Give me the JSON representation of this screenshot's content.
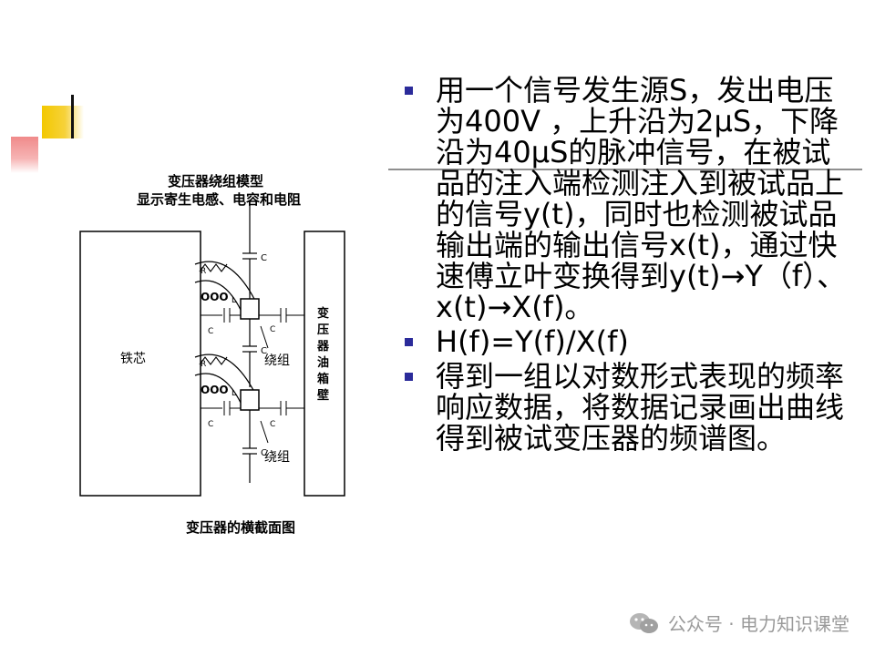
{
  "diagram": {
    "title_line1": "变压器绕组模型",
    "title_line2": "显示寄生电感、电容和电阻",
    "core_label": "铁芯",
    "tank_label": "变压器油箱壁",
    "winding_label_1": "绕组",
    "winding_label_2": "绕组",
    "cap_symbol": "C",
    "res_symbol": "R",
    "ind_symbol": "L",
    "caption": "变压器的横截面图"
  },
  "bullets": [
    {
      "text": "用一个信号发生源S，发出电压为400V ，上升沿为2μS，下降沿为40μS的脉冲信号，在被试品的注入端检测注入到被试品上的信号y(t)，同时也检测被试品输出端的输出信号x(t)，通过快速傅立叶变换得到y(t)→Y（f）、x(t)→X(f)。"
    },
    {
      "text": "H(f)=Y(f)/X(f)"
    },
    {
      "text": "得到一组以对数形式表现的频率响应数据，将数据记录画出曲线得到被试变压器的频谱图。"
    }
  ],
  "watermark": {
    "icon": "wechat-icon",
    "text": "公众号 · 电力知识课堂"
  },
  "colors": {
    "bullet": "#2b2b9a",
    "accent_yellow": "#f3c800",
    "accent_red": "#f08a8a",
    "watermark": "#9a9a9a"
  }
}
